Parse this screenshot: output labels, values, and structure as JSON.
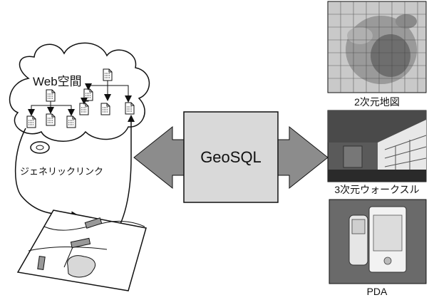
{
  "web_space": {
    "label": "Web空間"
  },
  "generic_link": {
    "label": "ジェネリックリンク"
  },
  "center": {
    "label": "GeoSQL"
  },
  "thumbnails": [
    {
      "caption": "2次元地図"
    },
    {
      "caption": "3次元ウォークスル"
    },
    {
      "caption": "PDA"
    }
  ]
}
